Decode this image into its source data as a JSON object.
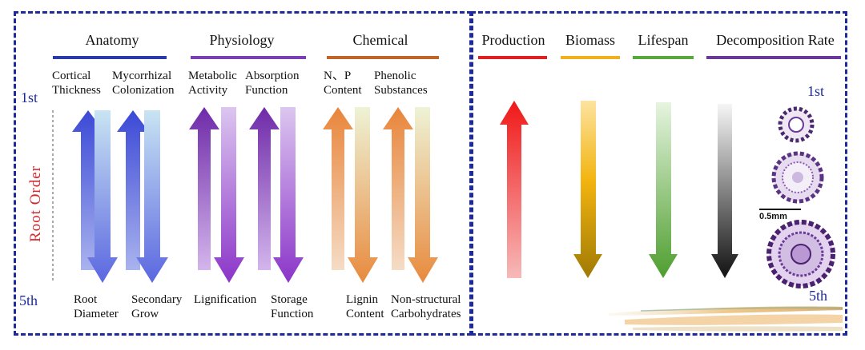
{
  "order": {
    "first": "1st",
    "last": "5th",
    "axis_label": "Root Order"
  },
  "left": {
    "groups": [
      {
        "title": "Anatomy",
        "color": "#2a3aa8",
        "top_labels": [
          "Cortical\nThickness",
          "Mycorrhizal\nColonization"
        ],
        "bottom_labels": [
          "Root\nDiameter",
          "Secondary\nGrow"
        ]
      },
      {
        "title": "Physiology",
        "color": "#7b3fb4",
        "top_labels": [
          "Metabolic\nActivity",
          "Absorption\nFunction"
        ],
        "bottom_labels": [
          "Lignification",
          "Storage\nFunction"
        ]
      },
      {
        "title": "Chemical",
        "color": "#c0652a",
        "top_labels": [
          "N、P\nContent",
          "Phenolic\nSubstances"
        ],
        "bottom_labels": [
          "Lignin\nContent",
          "Non-structural\nCarbohydrates"
        ]
      }
    ]
  },
  "right": {
    "columns": [
      {
        "title": "Production",
        "color": "#e02020",
        "direction": "up"
      },
      {
        "title": "Biomass",
        "color": "#f0b020",
        "direction": "down"
      },
      {
        "title": "Lifespan",
        "color": "#55a83a",
        "direction": "down"
      },
      {
        "title": "Decomposition Rate",
        "color": "#6a3a9a",
        "direction": "down"
      }
    ],
    "scale_bar": "0.5mm"
  }
}
